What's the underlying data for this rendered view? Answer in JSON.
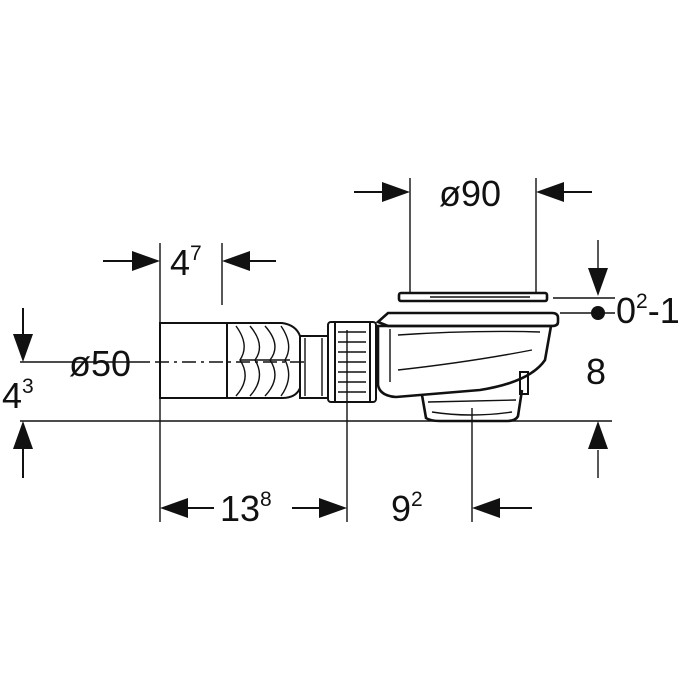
{
  "drawing": {
    "dimensions": {
      "drain_diameter": "ø90",
      "pipe_diameter": "ø50",
      "pipe_sleeve_width": {
        "base": "4",
        "sup": "7"
      },
      "pipe_height": {
        "base": "4",
        "sup": "3"
      },
      "pipe_length": {
        "base": "13",
        "sup": "8"
      },
      "center_offset": {
        "base": "9",
        "sup": "2"
      },
      "trap_height": "8",
      "grate_adjust": {
        "base": "0",
        "sup": "2",
        "suffix": "-1"
      }
    },
    "line_color": "#111111",
    "background": "#ffffff"
  }
}
